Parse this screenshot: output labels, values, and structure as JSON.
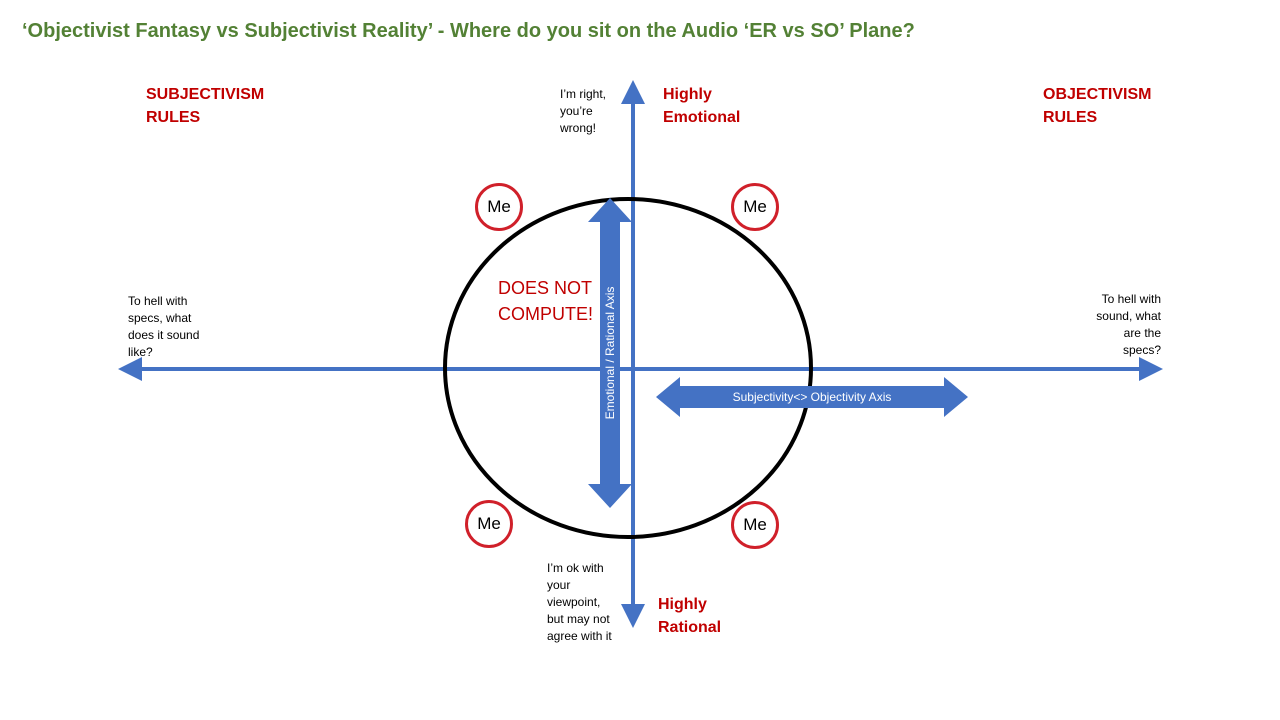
{
  "title": "‘Objectivist Fantasy vs Subjectivist Reality’  - Where do you sit on the Audio ‘ER vs SO’ Plane?",
  "quadrant_labels": {
    "top_left": [
      "SUBJECTIVISM",
      "RULES"
    ],
    "top_right": [
      "OBJECTIVISM",
      "RULES"
    ]
  },
  "poles": {
    "top": [
      "Highly",
      "Emotional"
    ],
    "bottom": [
      "Highly",
      "Rational"
    ]
  },
  "notes": {
    "top": [
      "I’m right,",
      "you’re",
      "wrong!"
    ],
    "bottom": [
      "I’m ok with",
      "your",
      "viewpoint,",
      "but may not",
      "agree with it"
    ],
    "left": [
      "To hell with",
      "specs, what",
      "does it sound",
      "like?"
    ],
    "right": [
      "To hell with",
      "sound, what",
      "are the",
      "specs?"
    ]
  },
  "center_text": [
    "DOES NOT",
    "COMPUTE!"
  ],
  "me_badges": [
    "Me",
    "Me",
    "Me",
    "Me"
  ],
  "axis_labels": {
    "vertical": "Emotional / Rational  Axis",
    "horizontal": "Subjectivity<> Objectivity Axis"
  },
  "colors": {
    "title": "#538135",
    "label_red": "#c00000",
    "axis_blue": "#4472c4",
    "badge_ring": "#d0202a"
  }
}
